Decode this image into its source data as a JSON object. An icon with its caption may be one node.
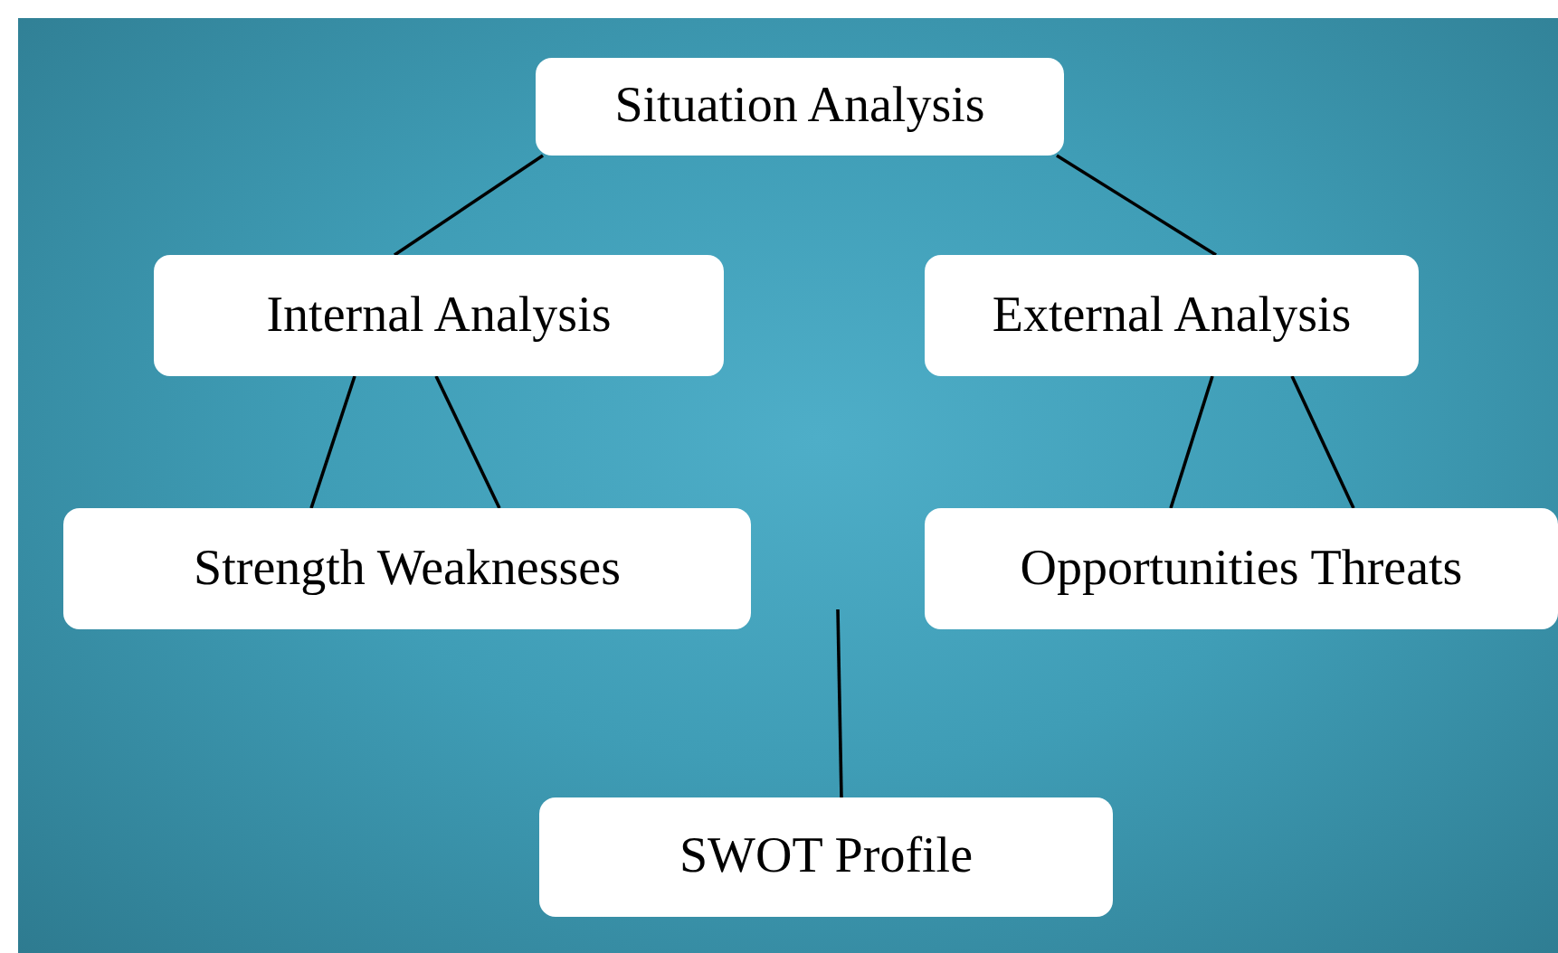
{
  "diagram": {
    "nodes": [
      {
        "text": [
          "Situation Analysis"
        ]
      },
      {
        "text": [
          "Internal Analysis"
        ]
      },
      {
        "text": [
          "External Analysis"
        ]
      },
      {
        "text": [
          "Strength Weaknesses"
        ]
      },
      {
        "text": [
          "Opportunities Threats"
        ]
      },
      {
        "text": [
          "SWOT Profile"
        ]
      }
    ],
    "edges": [
      {
        "from": 0,
        "to": 1,
        "arrow": "none"
      },
      {
        "from": 0,
        "to": 2,
        "arrow": "none"
      },
      {
        "from": 1,
        "to": 3,
        "arrow": "none"
      },
      {
        "from": 1,
        "to": 3,
        "arrow": "none"
      },
      {
        "from": 2,
        "to": 4,
        "arrow": "none"
      },
      {
        "from": 2,
        "to": 4,
        "arrow": "none"
      },
      {
        "from": null,
        "to": 5,
        "arrow": "none"
      }
    ]
  }
}
